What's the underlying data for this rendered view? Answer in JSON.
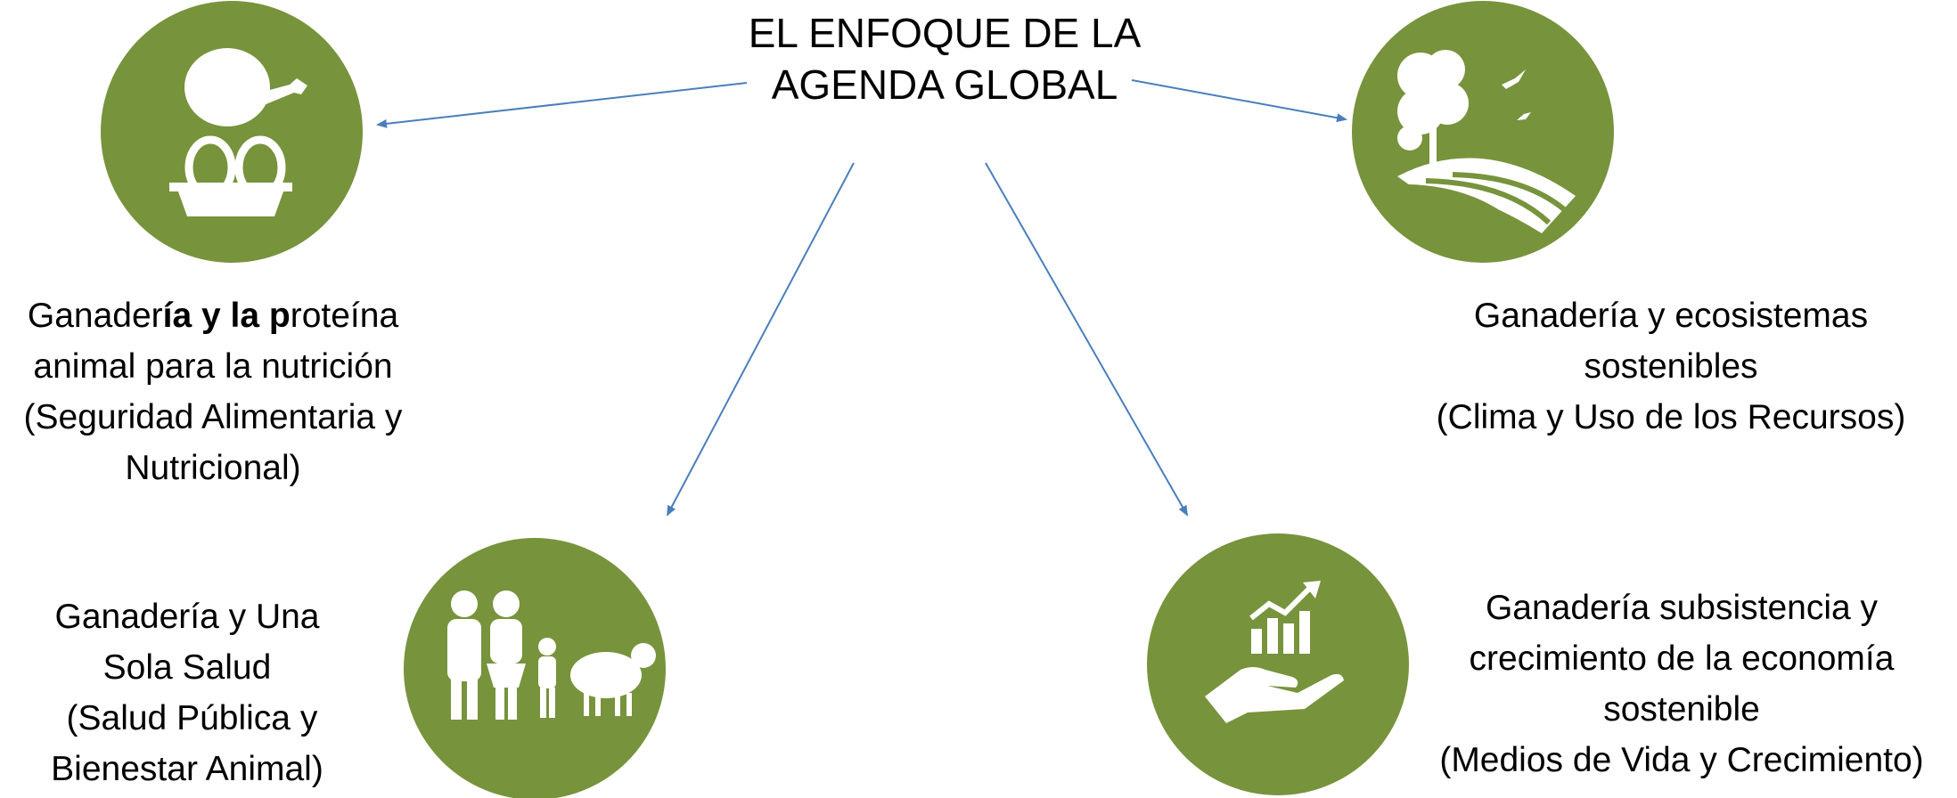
{
  "title": {
    "line1": "EL ENFOQUE DE LA",
    "line2": "AGENDA GLOBAL"
  },
  "colors": {
    "circle_fill": "#77933c",
    "arrow": "#4a7ebb",
    "icon": "#ffffff"
  },
  "nodes": {
    "nutrition": {
      "icon": "chicken-eggs-icon",
      "line1_a": "Ganader",
      "line1_b": "ía y la p",
      "line1_c": "roteína",
      "line2": "animal para la nutrición",
      "line3": "(Seguridad Alimentaria y",
      "line4": "Nutricional)"
    },
    "ecosystems": {
      "icon": "tree-field-birds-icon",
      "line1": "Ganadería y ecosistemas",
      "line2": "sostenibles",
      "line3": "(Clima y Uso de los Recursos)"
    },
    "health": {
      "icon": "family-sheep-icon",
      "line1": "Ganadería y Una",
      "line2": "Sola Salud",
      "line3": " (Salud Pública y",
      "line4": "Bienestar Animal)"
    },
    "economy": {
      "icon": "hand-growth-chart-icon",
      "line1": "Ganadería subsistencia y",
      "line2": "crecimiento de la economía",
      "line3": "sostenible",
      "line4": "(Medios de Vida y Crecimiento)"
    }
  }
}
